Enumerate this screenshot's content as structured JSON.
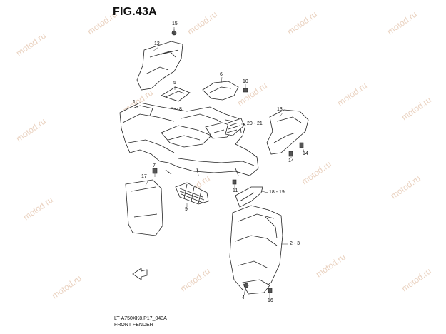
{
  "figure": {
    "title": "FIG.43A",
    "model_code": "LT-A750XK8.P17_043A",
    "section_name": "FRONT FENDER"
  },
  "watermark": {
    "text": "motod.ru"
  },
  "callouts": {
    "c1": "1",
    "c2": "2 - 3",
    "c4": "4",
    "c5": "5",
    "c6": "6",
    "c7": "7",
    "c8": "8",
    "c9": "9",
    "c10": "10",
    "c11": "11",
    "c12": "12",
    "c13": "13",
    "c14a": "14",
    "c14b": "14",
    "c15": "15",
    "c16": "16",
    "c17": "17",
    "c18": "18 - 19",
    "c20": "20 - 21"
  },
  "colors": {
    "line": "#222222",
    "watermark": "#ead2c0",
    "background": "#ffffff"
  }
}
